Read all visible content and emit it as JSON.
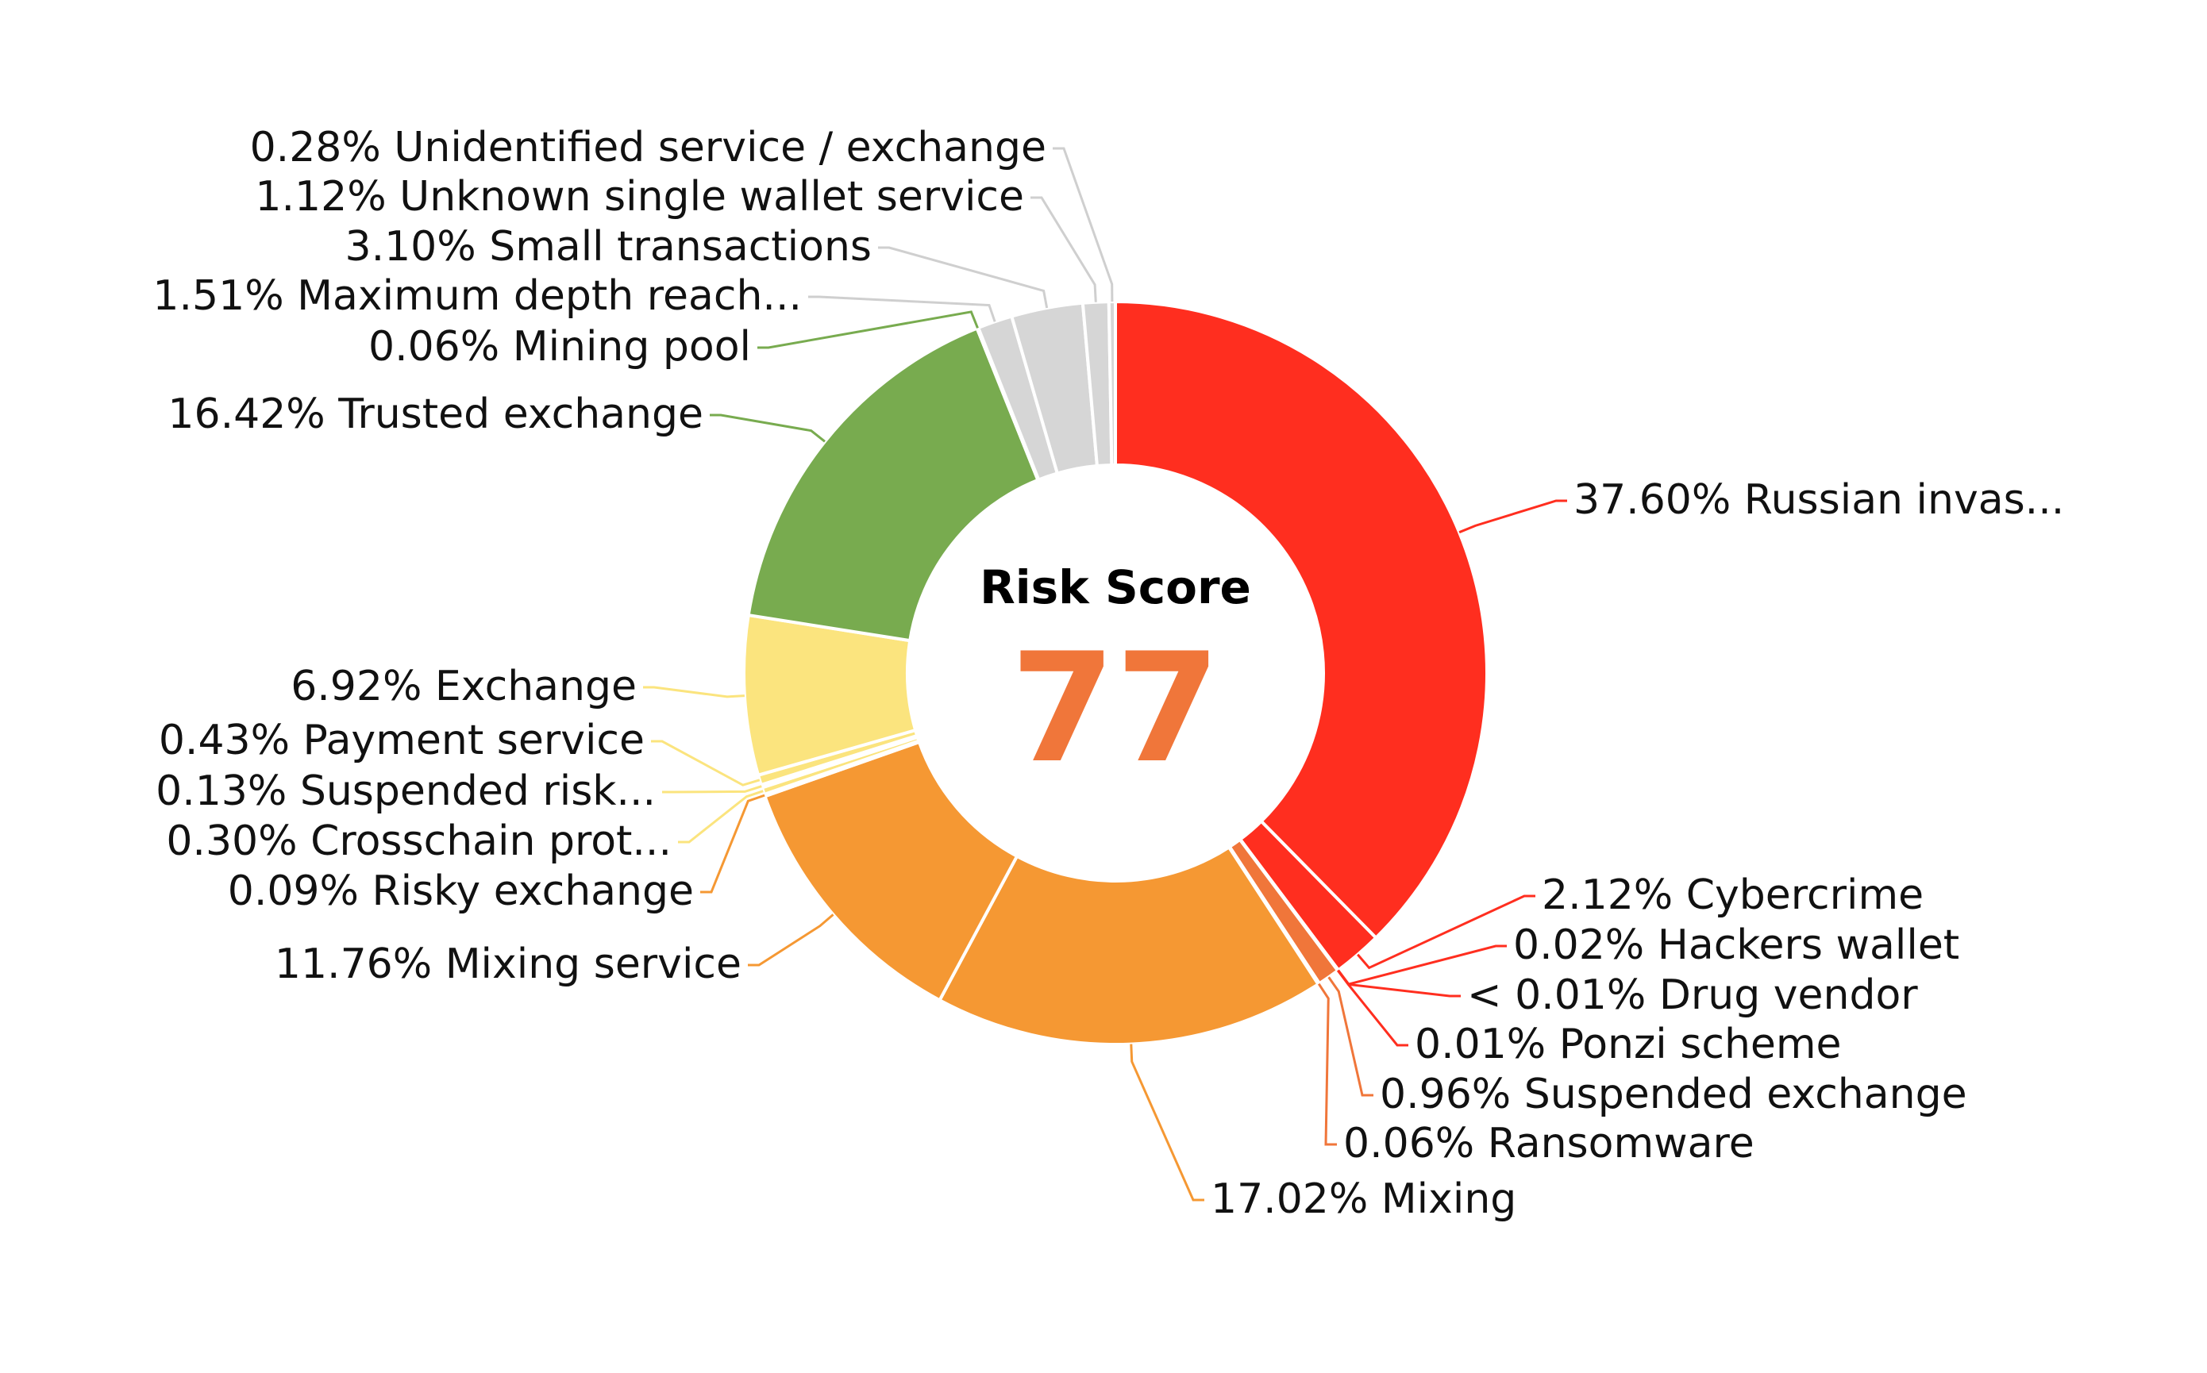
{
  "chart_data": {
    "type": "pie",
    "variant": "donut",
    "center_label": "Risk Score",
    "center_value": "77",
    "center_value_color": "#F0763A",
    "slices": [
      {
        "label": "37.60% Russian invas...",
        "value": 37.6,
        "color": "#FF2E1F"
      },
      {
        "label": "2.12% Cybercrime",
        "value": 2.12,
        "color": "#FF2E1F"
      },
      {
        "label": "0.02% Hackers wallet",
        "value": 0.02,
        "color": "#FF2E1F"
      },
      {
        "label": "< 0.01% Drug vendor",
        "value": 0.005,
        "color": "#FF2E1F"
      },
      {
        "label": "0.01% Ponzi scheme",
        "value": 0.01,
        "color": "#FF2E1F"
      },
      {
        "label": "0.96% Suspended exchange",
        "value": 0.96,
        "color": "#F0763A"
      },
      {
        "label": "0.06% Ransomware",
        "value": 0.06,
        "color": "#F0763A"
      },
      {
        "label": "17.02% Mixing",
        "value": 17.02,
        "color": "#F59833"
      },
      {
        "label": "11.76% Mixing service",
        "value": 11.76,
        "color": "#F59833"
      },
      {
        "label": "0.09% Risky exchange",
        "value": 0.09,
        "color": "#F59833"
      },
      {
        "label": "0.30% Crosschain prot...",
        "value": 0.3,
        "color": "#FBE47E"
      },
      {
        "label": "0.13% Suspended risk...",
        "value": 0.13,
        "color": "#FBE47E"
      },
      {
        "label": "0.43% Payment service",
        "value": 0.43,
        "color": "#FBE47E"
      },
      {
        "label": "6.92% Exchange",
        "value": 6.92,
        "color": "#FBE47E"
      },
      {
        "label": "16.42% Trusted exchange",
        "value": 16.42,
        "color": "#78AB4F"
      },
      {
        "label": "0.06% Mining pool",
        "value": 0.06,
        "color": "#78AB4F"
      },
      {
        "label": "1.51% Maximum depth reach...",
        "value": 1.51,
        "color": "#D6D6D6"
      },
      {
        "label": "3.10% Small transactions",
        "value": 3.1,
        "color": "#D6D6D6"
      },
      {
        "label": "1.12% Unknown single wallet service",
        "value": 1.12,
        "color": "#D6D6D6"
      },
      {
        "label": "0.28% Unidentified service / exchange",
        "value": 0.28,
        "color": "#D6D6D6"
      }
    ]
  }
}
